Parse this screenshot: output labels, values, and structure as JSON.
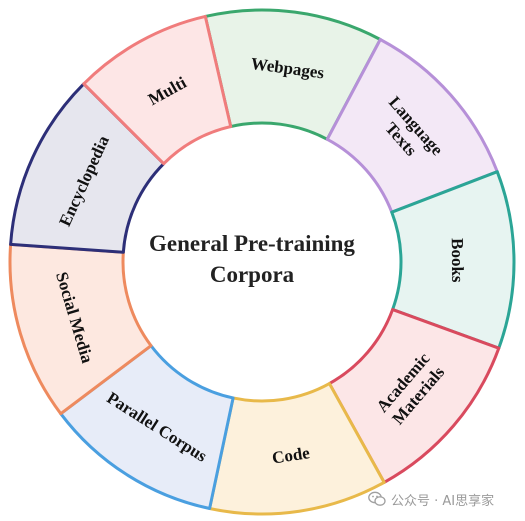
{
  "center": {
    "line1": "General Pre-training",
    "line2": "Corpora"
  },
  "segments": [
    {
      "id": "webpages",
      "lines": [
        "Webpages"
      ],
      "fill": "#e8f3e8",
      "stroke": "#3aa76d"
    },
    {
      "id": "language-texts",
      "lines": [
        "Language",
        "Texts"
      ],
      "fill": "#f3e8f6",
      "stroke": "#b690d8"
    },
    {
      "id": "books",
      "lines": [
        "Books"
      ],
      "fill": "#e7f4f1",
      "stroke": "#2ba596"
    },
    {
      "id": "academic-materials",
      "lines": [
        "Academic",
        "Materials"
      ],
      "fill": "#fce6e7",
      "stroke": "#d94a5e"
    },
    {
      "id": "code",
      "lines": [
        "Code"
      ],
      "fill": "#fdf1dc",
      "stroke": "#e8b94a"
    },
    {
      "id": "parallel-corpus",
      "lines": [
        "Parallel Corpus"
      ],
      "fill": "#e7ecf8",
      "stroke": "#4a9fe0"
    },
    {
      "id": "social-media",
      "lines": [
        "Social Media"
      ],
      "fill": "#fde8e0",
      "stroke": "#ee8a5e"
    },
    {
      "id": "encyclopedia",
      "lines": [
        "Encyclopedia"
      ],
      "fill": "#e6e6ee",
      "stroke": "#2d2f78"
    },
    {
      "id": "multi",
      "lines": [
        "Multi"
      ],
      "fill": "#fde6e6",
      "stroke": "#f07c7c"
    }
  ],
  "watermark": {
    "text": "公众号 · AI思享家",
    "icon": "wechat-icon"
  }
}
